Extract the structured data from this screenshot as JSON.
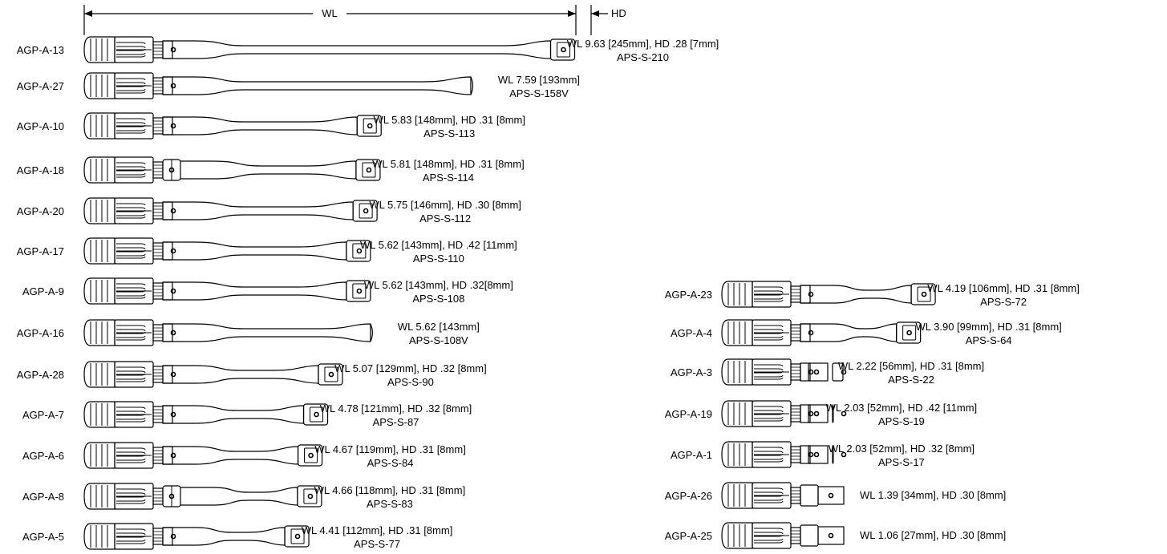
{
  "dimension_labels": {
    "wl": "WL",
    "hd": "HD"
  },
  "tools": [
    {
      "part": "AGP-A-13",
      "spec": "WL 9.63 [245mm], HD .28 [7mm]",
      "socket": "APS-S-210",
      "wl_in": 9.63,
      "head": "socket",
      "neck": "plain"
    },
    {
      "part": "AGP-A-27",
      "spec": "WL 7.59 [193mm]",
      "socket": "APS-S-158V",
      "wl_in": 7.59,
      "head": "blade",
      "neck": "plain"
    },
    {
      "part": "AGP-A-10",
      "spec": "WL 5.83 [148mm], HD .31 [8mm]",
      "socket": "APS-S-113",
      "wl_in": 5.83,
      "head": "socket",
      "neck": "plain"
    },
    {
      "part": "AGP-A-18",
      "spec": "WL 5.81 [148mm], HD .31 [8mm]",
      "socket": "APS-S-114",
      "wl_in": 5.81,
      "head": "socket",
      "neck": "hex"
    },
    {
      "part": "AGP-A-20",
      "spec": "WL 5.75 [146mm], HD .30 [8mm]",
      "socket": "APS-S-112",
      "wl_in": 5.75,
      "head": "socket",
      "neck": "plain"
    },
    {
      "part": "AGP-A-17",
      "spec": "WL 5.62 [143mm], HD .42 [11mm]",
      "socket": "APS-S-110",
      "wl_in": 5.62,
      "head": "socket",
      "neck": "plain"
    },
    {
      "part": "AGP-A-9",
      "spec": "WL 5.62 [143mm], HD .32[8mm]",
      "socket": "APS-S-108",
      "wl_in": 5.62,
      "head": "socket",
      "neck": "plain"
    },
    {
      "part": "AGP-A-16",
      "spec": "WL 5.62 [143mm]",
      "socket": "APS-S-108V",
      "wl_in": 5.62,
      "head": "blade",
      "neck": "plain"
    },
    {
      "part": "AGP-A-28",
      "spec": "WL 5.07 [129mm], HD .32 [8mm]",
      "socket": "APS-S-90",
      "wl_in": 5.07,
      "head": "socket",
      "neck": "plain"
    },
    {
      "part": "AGP-A-7",
      "spec": "WL 4.78 [121mm], HD .32 [8mm]",
      "socket": "APS-S-87",
      "wl_in": 4.78,
      "head": "socket",
      "neck": "plain"
    },
    {
      "part": "AGP-A-6",
      "spec": "WL 4.67 [119mm], HD .31 [8mm]",
      "socket": "APS-S-84",
      "wl_in": 4.67,
      "head": "socket",
      "neck": "plain"
    },
    {
      "part": "AGP-A-8",
      "spec": "WL 4.66 [118mm], HD .31 [8mm]",
      "socket": "APS-S-83",
      "wl_in": 4.66,
      "head": "socket",
      "neck": "hex"
    },
    {
      "part": "AGP-A-5",
      "spec": "WL 4.41 [112mm], HD .31 [8mm]",
      "socket": "APS-S-77",
      "wl_in": 4.41,
      "head": "socket",
      "neck": "plain"
    },
    {
      "part": "AGP-A-23",
      "spec": "WL 4.19 [106mm], HD .31 [8mm]",
      "socket": "APS-S-72",
      "wl_in": 4.19,
      "head": "socket",
      "neck": "plain"
    },
    {
      "part": "AGP-A-4",
      "spec": "WL 3.90 [99mm], HD .31 [8mm]",
      "socket": "APS-S-64",
      "wl_in": 3.9,
      "head": "socket",
      "neck": "plain"
    },
    {
      "part": "AGP-A-3",
      "spec": "WL 2.22 [56mm], HD .31 [8mm]",
      "socket": "APS-S-22",
      "wl_in": 2.22,
      "head": "socket",
      "neck": "short"
    },
    {
      "part": "AGP-A-19",
      "spec": "WL 2.03 [52mm], HD .42 [11mm]",
      "socket": "APS-S-19",
      "wl_in": 2.03,
      "head": "socket",
      "neck": "short"
    },
    {
      "part": "AGP-A-1",
      "spec": "WL 2.03 [52mm], HD .32 [8mm]",
      "socket": "APS-S-17",
      "wl_in": 2.03,
      "head": "socket",
      "neck": "short"
    },
    {
      "part": "AGP-A-26",
      "spec": "WL 1.39 [34mm], HD .30 [8mm]",
      "socket": "",
      "wl_in": 1.39,
      "head": "compact",
      "neck": "none"
    },
    {
      "part": "AGP-A-25",
      "spec": "WL 1.06 [27mm], HD .30 [8mm]",
      "socket": "",
      "wl_in": 1.06,
      "head": "compact",
      "neck": "none"
    }
  ]
}
